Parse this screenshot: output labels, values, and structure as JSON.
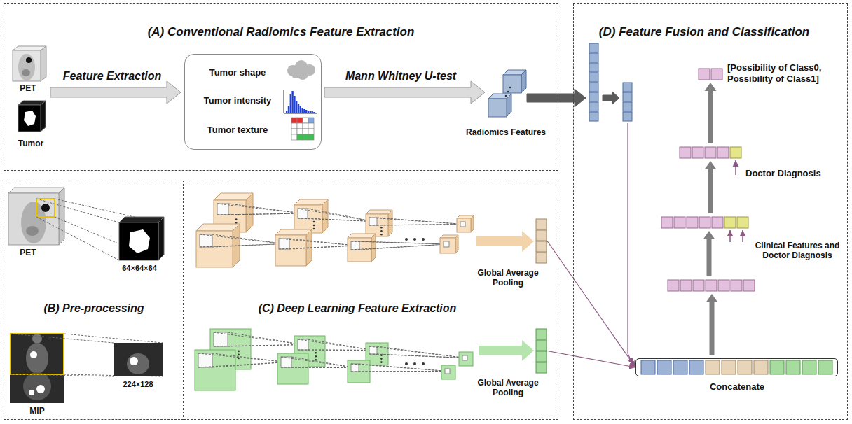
{
  "diagram": {
    "nodes": [
      {
        "text": [
          "(A) Conventional Radiomics Feature Extraction"
        ]
      },
      {
        "text": [
          "Tumor shape",
          "Tumor intensity",
          "Tumor texture"
        ],
        "in": 0
      },
      {
        "text": [
          "(B) Pre-processing"
        ]
      },
      {
        "text": [
          "(C) Deep Learning Feature Extraction"
        ]
      },
      {
        "text": [
          "Global Average Pooling"
        ],
        "in": 3
      },
      {
        "text": [
          "Global Average Pooling"
        ],
        "in": 3
      },
      {
        "text": [
          "(D) Feature Fusion and Classification"
        ]
      },
      {
        "text": [
          "Concatenate"
        ],
        "in": 6
      }
    ],
    "edges": [
      {
        "from": 4,
        "to": 7,
        "arrow": "to"
      },
      {
        "from": 5,
        "to": 7,
        "arrow": "to"
      }
    ],
    "labels": [
      "PET",
      "Tumor",
      "Feature Extraction",
      "Mann Whitney U-test",
      "Radiomics Features",
      "PET",
      "64×64×64",
      "MIP",
      "224×128",
      "[Possibility of Class0, Possibility of Class1]",
      "Doctor Diagnosis",
      "Clinical Features and Doctor Diagnosis"
    ]
  }
}
